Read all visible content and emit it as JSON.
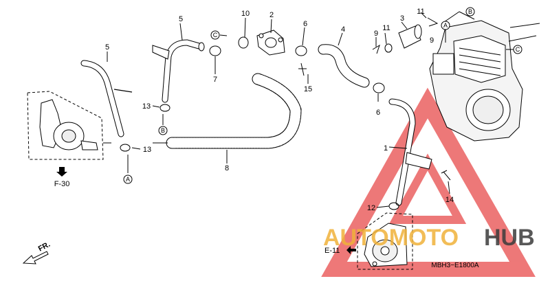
{
  "diagram": {
    "code": "MBH3−E1800A",
    "refs": {
      "f30": "F-30",
      "e11": "E-11",
      "fr": "FR."
    },
    "labels": {
      "p1": "1",
      "p2": "2",
      "p3": "3",
      "p4": "4",
      "p5a": "5",
      "p5b": "5",
      "p6a": "6",
      "p6b": "6",
      "p7": "7",
      "p8": "8",
      "p9a": "9",
      "p9b": "9",
      "p10": "10",
      "p11a": "11",
      "p11b": "11",
      "p12": "12",
      "p13a": "13",
      "p13b": "13",
      "p14": "14",
      "p15": "15"
    },
    "callouts": {
      "a": "A",
      "b": "B",
      "c": "C"
    }
  },
  "watermark": {
    "left": "AUTOMOTO",
    "right": "HUB",
    "colors": {
      "triangle": "#e84b4b",
      "left": "#f0b23a",
      "right": "#3b3b3b"
    }
  }
}
